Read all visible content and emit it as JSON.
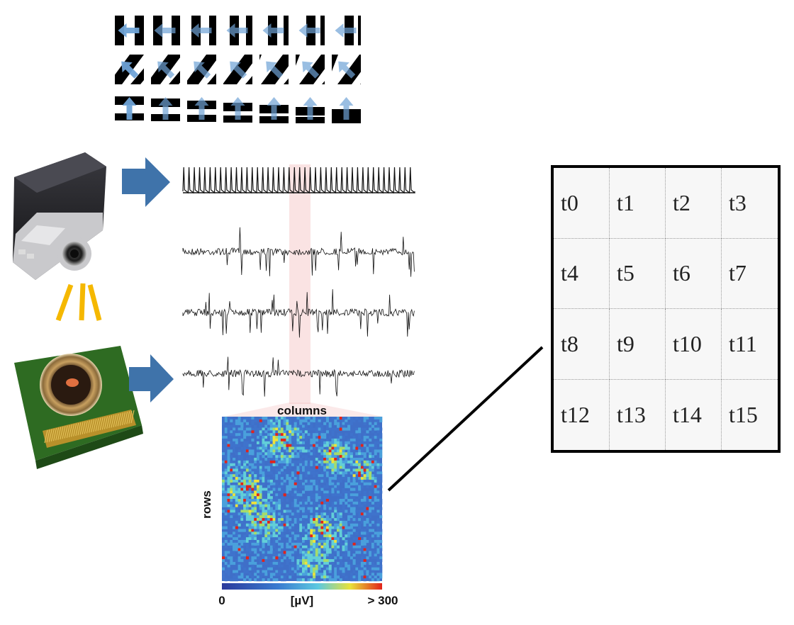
{
  "heatmap": {
    "xlabel": "columns",
    "ylabel": "rows",
    "colorbar": {
      "min_label": "0",
      "unit_label": "[µV]",
      "max_label": "> 300"
    }
  },
  "time_grid": {
    "labels": [
      "t0",
      "t1",
      "t2",
      "t3",
      "t4",
      "t5",
      "t6",
      "t7",
      "t8",
      "t9",
      "t10",
      "t11",
      "t12",
      "t13",
      "t14",
      "t15"
    ]
  },
  "colors": {
    "arrow_blue": "#3f73aa",
    "stimulus_arrow": "#6fa3d6",
    "light_rays": "#f5b800",
    "highlight_band": "#f4c0c0",
    "chip_green": "#2e6b22",
    "projector_body": "#1e1e22"
  },
  "icons": [
    "projector-icon",
    "mea-chip-icon",
    "right-arrow-icon",
    "light-ray-icon"
  ]
}
